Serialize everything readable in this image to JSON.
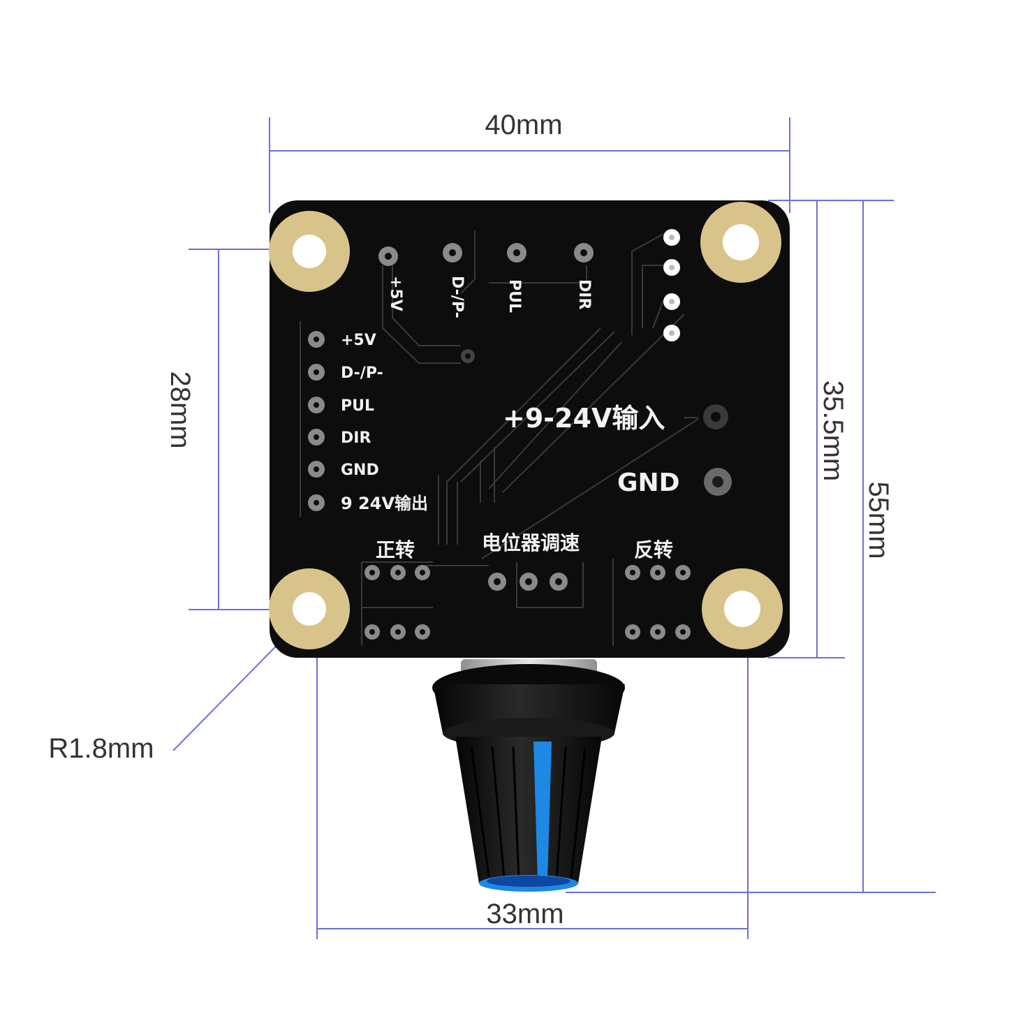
{
  "colors": {
    "board": "#0d0d0d",
    "pad_gold": "#d8c48a",
    "dimension_line": "#6c6fd6",
    "dimension_text": "#333333",
    "silkscreen": "#f2f2f2",
    "knob_body": "#141414",
    "knob_stripe": "#1e88e5"
  },
  "dimensions": {
    "width_top": "40mm",
    "height_left": "28mm",
    "height_right_board": "35.5mm",
    "height_right_total": "55mm",
    "radius": "R1.8mm",
    "width_bottom": "33mm"
  },
  "board": {
    "top_pins": [
      "+5V",
      "D-/P-",
      "PUL",
      "DIR"
    ],
    "left_pins": [
      "+5V",
      "D-/P-",
      "PUL",
      "DIR",
      "GND",
      "9 24V输出"
    ],
    "input_label": "+9-24V输入",
    "gnd_label": "GND",
    "forward_label": "正转",
    "pot_label": "电位器调速",
    "reverse_label": "反转"
  },
  "icons": {
    "mounting_hole": "mounting-hole-icon",
    "pin_header": "pin-header-icon",
    "potentiometer_knob": "potentiometer-knob-icon"
  }
}
